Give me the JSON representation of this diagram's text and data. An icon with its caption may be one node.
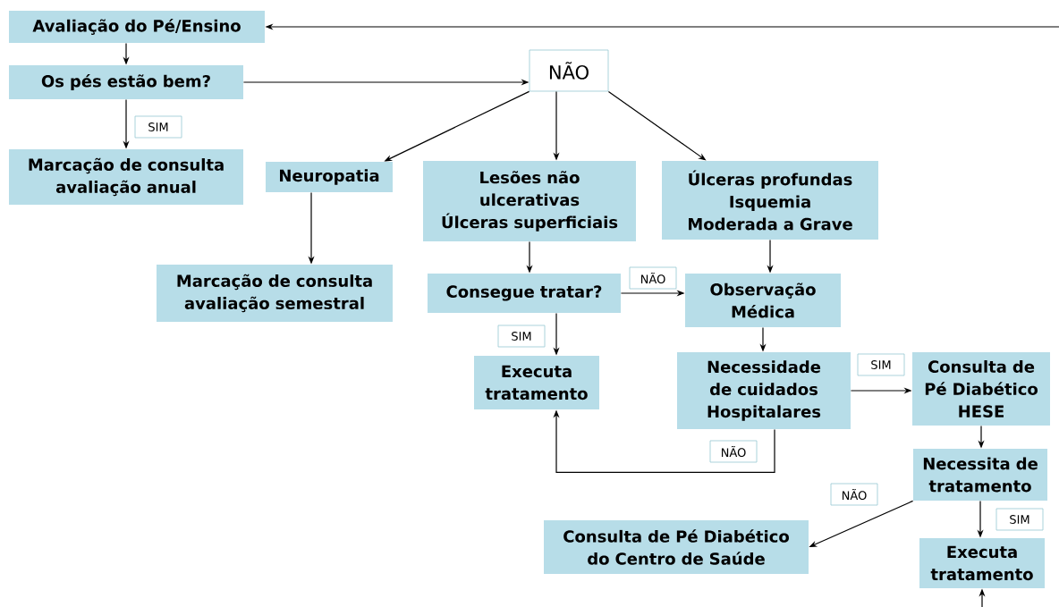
{
  "diagram": {
    "nodes": [
      {
        "text": [
          "Avaliação do Pé/Ensino"
        ]
      },
      {
        "text": [
          "Os pés estão bem?"
        ]
      },
      {
        "text": [
          "NÃO"
        ]
      },
      {
        "text": [
          "Marcação de consulta avaliação anual"
        ]
      },
      {
        "text": [
          "Neuropatia"
        ]
      },
      {
        "text": [
          "Lesões não ulcerativas",
          "Úlceras superficiais"
        ]
      },
      {
        "text": [
          "Úlceras profundas",
          "Isquemia",
          "Moderada a Grave"
        ]
      },
      {
        "text": [
          "Marcação de consulta avaliação semestral"
        ]
      },
      {
        "text": [
          "Consegue tratar?"
        ]
      },
      {
        "text": [
          "Observação Médica"
        ]
      },
      {
        "text": [
          "Executa tratamento"
        ]
      },
      {
        "text": [
          "Necessidade de cuidados Hospitalares"
        ]
      },
      {
        "text": [
          "Consulta de Pé Diabético HESE"
        ]
      },
      {
        "text": [
          "Necessita de tratamento"
        ]
      },
      {
        "text": [
          "Consulta de Pé Diabético do Centro de Saúde"
        ]
      },
      {
        "text": [
          "Executa tratamento"
        ]
      }
    ],
    "edges": [
      {
        "from": null,
        "to": 0,
        "arrow": "to"
      },
      {
        "from": 0,
        "to": 1,
        "arrow": "to"
      },
      {
        "from": 1,
        "to": 2,
        "arrow": "to"
      },
      {
        "from": 1,
        "to": 3,
        "arrow": "to",
        "label": "SIM"
      },
      {
        "from": 2,
        "to": 4,
        "arrow": "to"
      },
      {
        "from": 2,
        "to": 5,
        "arrow": "to"
      },
      {
        "from": 2,
        "to": 6,
        "arrow": "to"
      },
      {
        "from": 4,
        "to": 7,
        "arrow": "to"
      },
      {
        "from": 5,
        "to": 8,
        "arrow": "to"
      },
      {
        "from": 8,
        "to": 9,
        "arrow": "to",
        "label": "NÃO"
      },
      {
        "from": 8,
        "to": 10,
        "arrow": "to",
        "label": "SIM"
      },
      {
        "from": 6,
        "to": 9,
        "arrow": "to"
      },
      {
        "from": 9,
        "to": 11,
        "arrow": "to"
      },
      {
        "from": 11,
        "to": 12,
        "arrow": "to",
        "label": "SIM"
      },
      {
        "from": 11,
        "to": 10,
        "arrow": "to",
        "label": "NÃO"
      },
      {
        "from": 12,
        "to": 13,
        "arrow": "to"
      },
      {
        "from": 13,
        "to": 14,
        "arrow": "to",
        "label": "NÃO"
      },
      {
        "from": 13,
        "to": 15,
        "arrow": "to",
        "label": "SIM"
      },
      {
        "from": null,
        "to": 15,
        "arrow": "to"
      }
    ]
  }
}
